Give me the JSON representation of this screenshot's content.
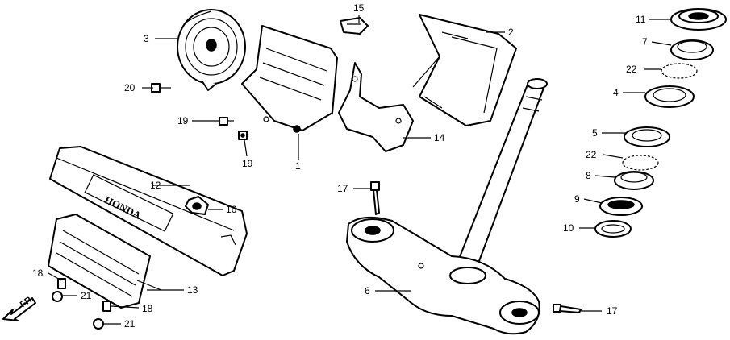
{
  "diagram": {
    "brand_emblem": "HONDA",
    "direction_label": "FR.",
    "callouts": {
      "c1": "1",
      "c2": "2",
      "c3": "3",
      "c4": "4",
      "c5": "5",
      "c6": "6",
      "c7": "7",
      "c8": "8",
      "c9": "9",
      "c10": "10",
      "c11": "11",
      "c12": "12",
      "c13": "13",
      "c14": "14",
      "c15": "15",
      "c16": "16",
      "c17a": "17",
      "c17b": "17",
      "c18a": "18",
      "c18b": "18",
      "c19a": "19",
      "c19b": "19",
      "c20": "20",
      "c21a": "21",
      "c21b": "21",
      "c22a": "22",
      "c22b": "22"
    }
  }
}
